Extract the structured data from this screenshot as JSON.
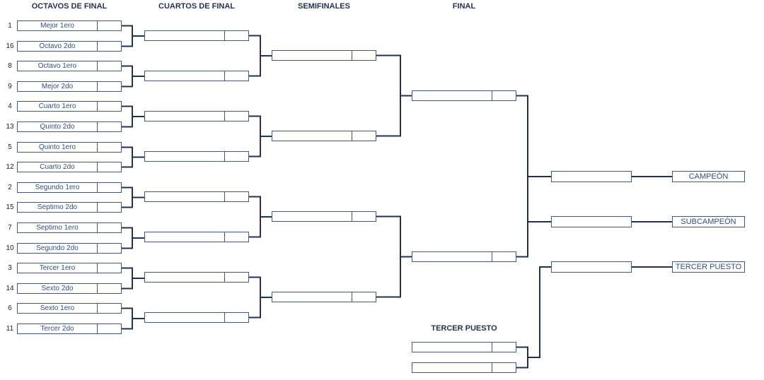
{
  "headers": {
    "octavos": "OCTAVOS DE FINAL",
    "cuartos": "CUARTOS DE FINAL",
    "semis": "SEMIFINALES",
    "final": "FINAL",
    "tercer": "TERCER PUESTO"
  },
  "round16": [
    {
      "seed": "1",
      "name": "Mejor 1ero"
    },
    {
      "seed": "16",
      "name": "Octavo 2do"
    },
    {
      "seed": "8",
      "name": "Octavo 1ero"
    },
    {
      "seed": "9",
      "name": "Mejor 2do"
    },
    {
      "seed": "4",
      "name": "Cuarto 1ero"
    },
    {
      "seed": "13",
      "name": "Quinto 2do"
    },
    {
      "seed": "5",
      "name": "Quinto 1ero"
    },
    {
      "seed": "12",
      "name": "Cuarto 2do"
    },
    {
      "seed": "2",
      "name": "Segundo 1ero"
    },
    {
      "seed": "15",
      "name": "Septimo 2do"
    },
    {
      "seed": "7",
      "name": "Septimo 1ero"
    },
    {
      "seed": "10",
      "name": "Segundo 2do"
    },
    {
      "seed": "3",
      "name": "Tercer 1ero"
    },
    {
      "seed": "14",
      "name": "Sexto 2do"
    },
    {
      "seed": "6",
      "name": "Sexto 1ero"
    },
    {
      "seed": "11",
      "name": "Tercer 2do"
    }
  ],
  "results": {
    "campeon": "CAMPEÓN",
    "subcampeon": "SUBCAMPEÓN",
    "tercer_puesto": "TERCER PUESTO"
  },
  "colors": {
    "line": "#1f3350",
    "border": "#3f5a80",
    "text": "#34507a"
  }
}
